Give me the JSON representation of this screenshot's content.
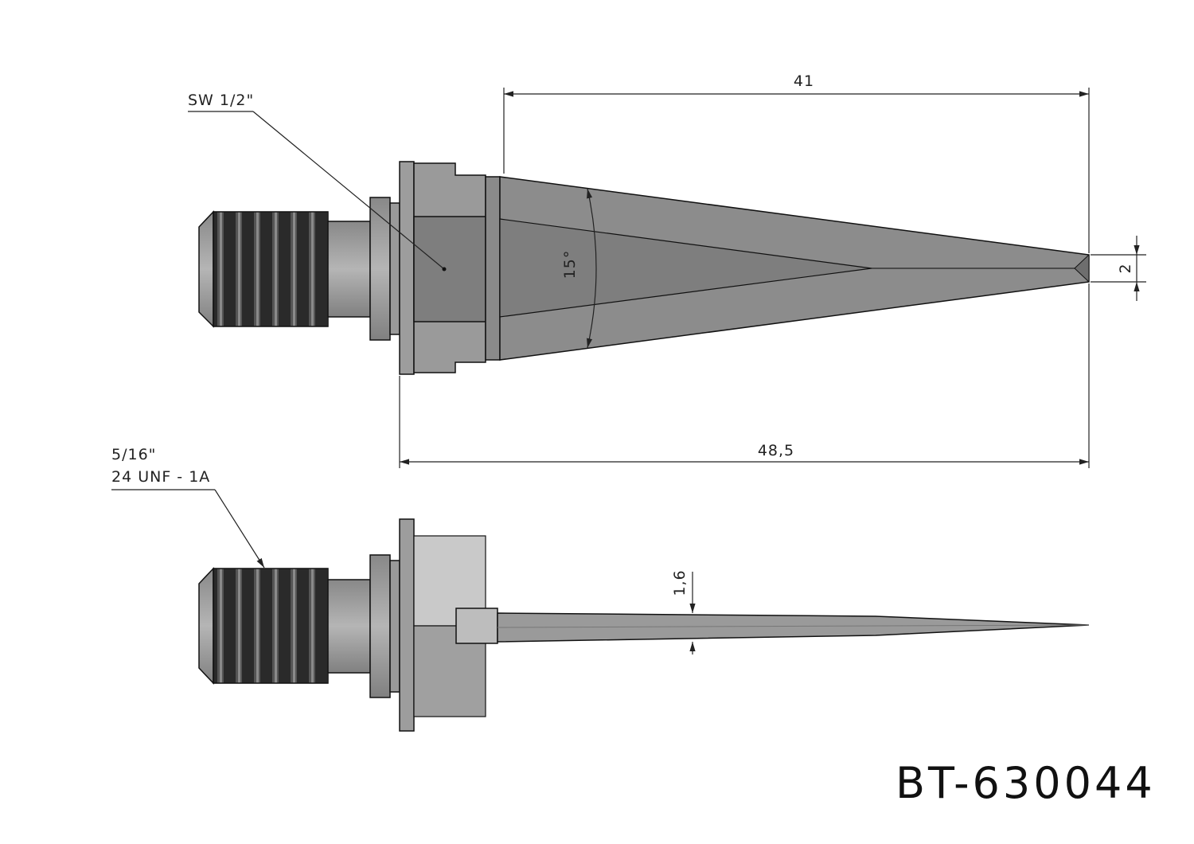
{
  "drawing": {
    "part_number": "BT-630044",
    "callouts": {
      "wrench_size": "SW 1/2\"",
      "thread_line1": "5/16\"",
      "thread_line2": "24 UNF - 1A"
    },
    "dimensions": {
      "blade_length": "41",
      "overall_length": "48,5",
      "tip_width": "2",
      "angle": "15°",
      "thickness": "1,6"
    }
  }
}
